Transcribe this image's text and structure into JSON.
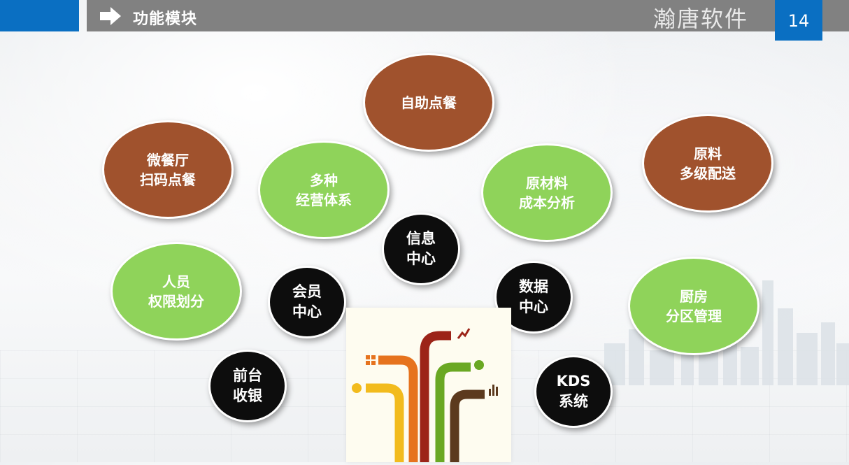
{
  "header": {
    "title": "功能模块",
    "brand": "瀚唐软件",
    "page_number": "14"
  },
  "modules": {
    "self_order": "自助点餐",
    "wechat_scan": "微餐厅\n扫码点餐",
    "multi_business": "多种\n经营体系",
    "raw_cost": "原材料\n成本分析",
    "multi_delivery": "原料\n多级配送",
    "info_center": "信息\n中心",
    "staff_perm": "人员\n权限划分",
    "member_center": "会员\n中心",
    "data_center": "数据\n中心",
    "kitchen_zone": "厨房\n分区管理",
    "front_cashier": "前台\n收银",
    "kds_system": "KDS\n系统"
  },
  "colors": {
    "brown": "#a0522d",
    "green": "#8fd35a",
    "black": "#0d0d0d",
    "header_blue": "#0a6fc2",
    "header_gray": "#818181"
  }
}
